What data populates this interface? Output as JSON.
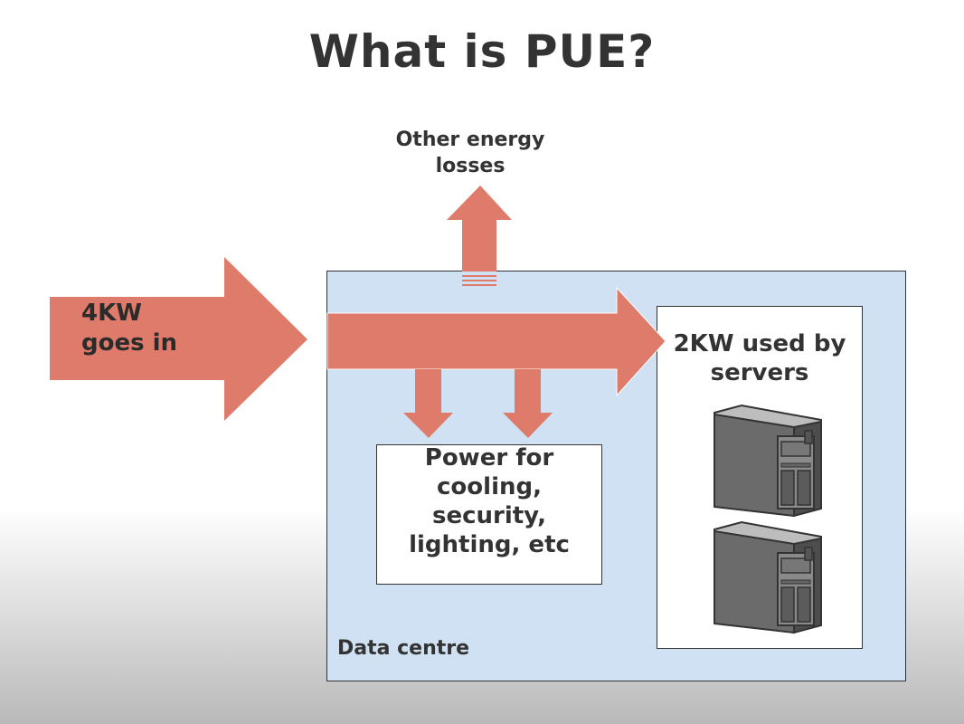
{
  "title": "What is PUE?",
  "input": {
    "label_line1": "4KW",
    "label_line2": "goes in"
  },
  "losses": {
    "label_line1": "Other energy",
    "label_line2": "losses"
  },
  "servers": {
    "label_line1": "2KW used by",
    "label_line2": "servers"
  },
  "facility": {
    "label_lines": [
      "Power for",
      "cooling,",
      "security,",
      "lighting, etc"
    ]
  },
  "data_centre": {
    "label": "Data centre"
  },
  "colors": {
    "arrow": "#df7b6a",
    "data_centre_fill": "#cfe1f2",
    "text": "#333333"
  },
  "icons": [
    "server-tower-icon",
    "server-tower-icon"
  ]
}
